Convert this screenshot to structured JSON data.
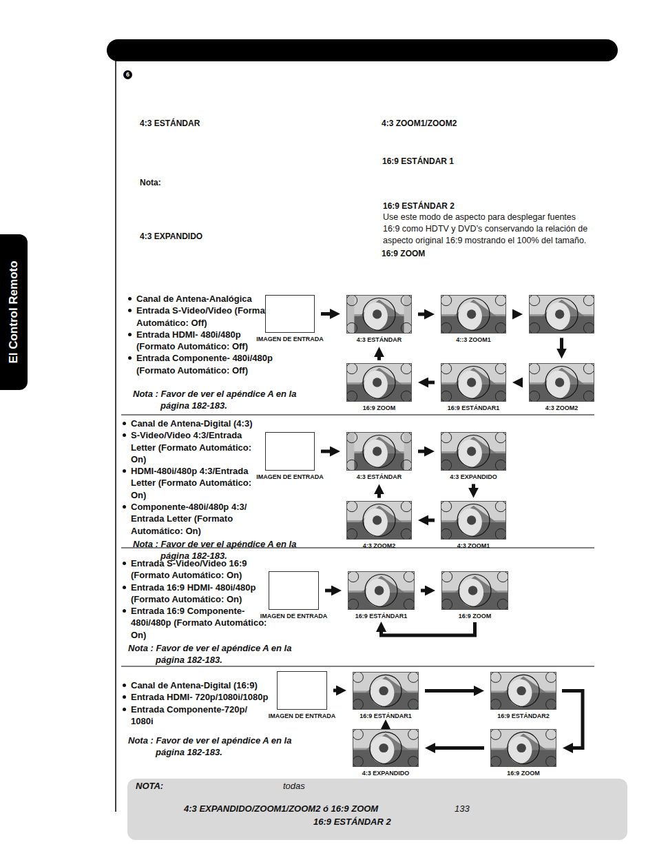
{
  "diagram": {
    "nodes": [
      {
        "text": [
          "IMAGEN DE ENTRADA"
        ]
      },
      {
        "text": [
          "4:3 ESTÁNDAR"
        ]
      },
      {
        "text": [
          "4::3 ZOOM1"
        ]
      },
      {
        "text": []
      },
      {
        "text": [
          "16:9 ZOOM"
        ]
      },
      {
        "text": [
          "16:9 ESTÁNDAR1"
        ]
      },
      {
        "text": [
          "4:3 ZOOM2"
        ]
      },
      {
        "text": [
          "IMAGEN DE ENTRADA"
        ]
      },
      {
        "text": [
          "4:3 ESTÁNDAR"
        ]
      },
      {
        "text": [
          "4:3 EXPANDIDO"
        ]
      },
      {
        "text": [
          "4:3 ZOOM2"
        ]
      },
      {
        "text": [
          "4:3 ZOOM1"
        ]
      },
      {
        "text": [
          "IMAGEN DE ENTRADA"
        ]
      },
      {
        "text": [
          "16:9 ESTÁNDAR1"
        ]
      },
      {
        "text": [
          "16:9 ZOOM"
        ]
      },
      {
        "text": [
          "IMAGEN DE ENTRADA"
        ]
      },
      {
        "text": [
          "16:9 ESTÁNDAR1"
        ]
      },
      {
        "text": [
          "16:9 ESTÁNDAR2"
        ]
      },
      {
        "text": [
          "4:3 EXPANDIDO"
        ]
      },
      {
        "text": [
          "16:9 ZOOM"
        ]
      }
    ],
    "edges": [
      {
        "from": 0,
        "to": 1,
        "arrow": "to"
      },
      {
        "from": 1,
        "to": 2,
        "arrow": "to"
      },
      {
        "from": 2,
        "to": 3,
        "arrow": "to"
      },
      {
        "from": 3,
        "to": 6,
        "arrow": "to"
      },
      {
        "from": 6,
        "to": 5,
        "arrow": "to"
      },
      {
        "from": 5,
        "to": 4,
        "arrow": "to"
      },
      {
        "from": 4,
        "to": 1,
        "arrow": "to"
      },
      {
        "from": 7,
        "to": 8,
        "arrow": "to"
      },
      {
        "from": 8,
        "to": 9,
        "arrow": "to"
      },
      {
        "from": 9,
        "to": 11,
        "arrow": "to"
      },
      {
        "from": 11,
        "to": 10,
        "arrow": "to"
      },
      {
        "from": 10,
        "to": 8,
        "arrow": "to"
      },
      {
        "from": 12,
        "to": 13,
        "arrow": "to"
      },
      {
        "from": 13,
        "to": 14,
        "arrow": "to"
      },
      {
        "from": 14,
        "to": 13,
        "arrow": "to"
      },
      {
        "from": 15,
        "to": 16,
        "arrow": "to"
      },
      {
        "from": 16,
        "to": 17,
        "arrow": "to"
      },
      {
        "from": 17,
        "to": 19,
        "arrow": "to"
      },
      {
        "from": 19,
        "to": 18,
        "arrow": "to"
      },
      {
        "from": 18,
        "to": 16,
        "arrow": "to"
      }
    ],
    "labels": [
      "6",
      "4:3 ESTÁNDAR",
      "Nota:",
      "4:3 EXPANDIDO",
      "4:3 ZOOM1/ZOOM2",
      "16:9 ESTÁNDAR 1",
      "16:9 ESTÁNDAR 2",
      "Use este modo de aspecto para desplegar fuentes 16:9 como HDTV y DVD’s conservando la relación de aspecto original 16:9 mostrando el 100% del tamaño.",
      "16:9 ZOOM",
      "El Control Remoto",
      "Canal de Antena-Analógica",
      "Entrada S-Video/Video (Formato Automático: Off)",
      "Entrada HDMI- 480i/480p (Formato Automático: Off)",
      "Entrada Componente- 480i/480p (Formato Automático: Off)",
      "Nota : Favor de ver el apéndice A en la página 182-183.",
      "Canal de Antena-Digital (4:3)",
      "S-Video/Video 4:3/Entrada Letter (Formato Automático: On)",
      "HDMI-480i/480p 4:3/Entrada Letter (Formato Automático: On)",
      "Componente-480i/480p 4:3/ Entrada Letter (Formato Automático: On)",
      "Nota : Favor de ver el apéndice A en la página 182-183.",
      "Entrada S-Video/Video 16:9 (Formato Automático: On)",
      "Entrada 16:9 HDMI- 480i/480p (Formato Automático: On)",
      "Entrada 16:9 Componente- 480i/480p (Formato Automático: On)",
      "Nota : Favor de ver el apéndice A en la página 182-183.",
      "Canal de Antena-Digital (16:9)",
      "Entrada HDMI- 720p/1080i/1080p",
      "Entrada Componente-720p/ 1080i",
      "Nota : Favor de ver el apéndice A en la página 182-183.",
      "NOTA:",
      "todas",
      "4:3 EXPANDIDO/ZOOM1/ZOOM2 ó 16:9 ZOOM",
      "133",
      "16:9 ESTÁNDAR 2"
    ]
  }
}
